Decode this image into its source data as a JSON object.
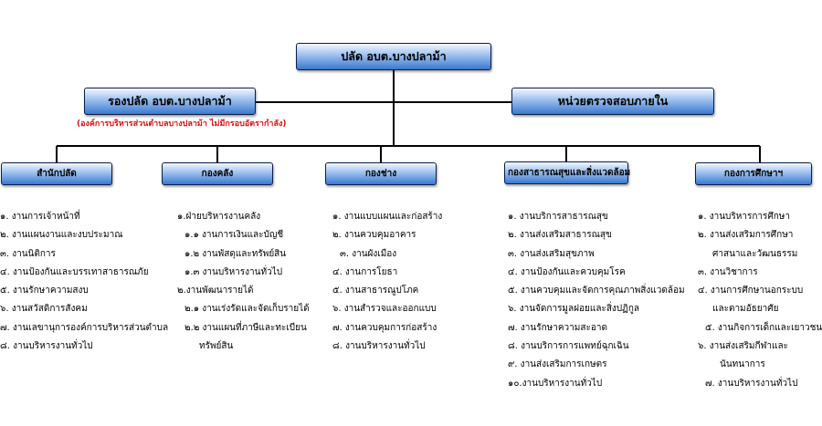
{
  "top": {
    "label": "ปลัด อบต.บางปลาม้า"
  },
  "deputy": {
    "label": "รองปลัด อบต.บางปลาม้า",
    "note": "(องค์การบริหารส่วนตำบลบางปลาม้า ไม่มีกรอบอัตรากำลัง)"
  },
  "audit": {
    "label": "หน่วยตรวจสอบภายใน"
  },
  "divisions": [
    {
      "label": "สำนักปลัด",
      "items": [
        "๑. งานการเจ้าหน้าที่",
        "๒. งานแผนงานและงบประมาณ",
        "๓. งานนิติการ",
        "๔. งานป้องกันและบรรเทาสาธารณภัย",
        "๕. งานรักษาความสงบ",
        "๖. งานสวัสดิการสังคม",
        "๗. งานเลขานุการองค์การบริหารส่วนตำบล",
        "๘. งานบริหารงานทั่วไป"
      ]
    },
    {
      "label": "กองคลัง",
      "items": [
        "๑.ฝ่ายบริหารงานคลัง",
        "๑.๑ งานการเงินและบัญชี",
        "๑.๒ งานพัสดุและทรัพย์สิน",
        "๑.๓ งานบริหารงานทั่วไป",
        "๒.งานพัฒนารายได้",
        "๒.๑ งานเร่งรัดและจัดเก็บรายได้",
        "๒.๒ งานแผนที่ภาษีและทะเบียน",
        "ทรัพย์สิน"
      ]
    },
    {
      "label": "กองช่าง",
      "items": [
        "๑. งานแบบแผนและก่อสร้าง",
        "๒. งานควบคุมอาคาร",
        "๓. งานผังเมือง",
        "๔. งานการโยธา",
        "๕. งานสาธารณูปโภค",
        "๖. งานสำรวจและออกแบบ",
        "๗. งานควบคุมการก่อสร้าง",
        "๘. งานบริหารงานทั่วไป"
      ]
    },
    {
      "label": "กองสาธารณสุขและสิ่งแวดล้อม",
      "items": [
        "๑. งานบริการสาธารณสุข",
        "๒. งานส่งเสริมสาธารณสุข",
        "๓. งานส่งเสริมสุขภาพ",
        "๔. งานป้องกันและควบคุมโรค",
        "๕. งานควบคุมและจัดการคุณภาพสิ่งแวดล้อม",
        "๖. งานจัดการมูลฝอยและสิ่งปฏิกูล",
        "๗. งานรักษาความสะอาด",
        "๘. งานบริการการแพทย์ฉุกเฉิน",
        "๙. งานส่งเสริมการเกษตร",
        "๑๐.งานบริหารงานทั่วไป"
      ]
    },
    {
      "label": "กองการศึกษาฯ",
      "items": [
        "๑. งานบริหารการศึกษา",
        "๒. งานส่งเสริมการศึกษา",
        "ศาสนาและวัฒนธรรม",
        "๓. งานวิชาการ",
        "๔. งานการศึกษานอกระบบ",
        "และตามอัธยาศัย",
        "๕. งานกิจการเด็กและเยาวชน",
        "๖. งานส่งเสริมกีฬาและ",
        "นันทนาการ",
        "๗. งานบริหารงานทั่วไป"
      ]
    }
  ]
}
